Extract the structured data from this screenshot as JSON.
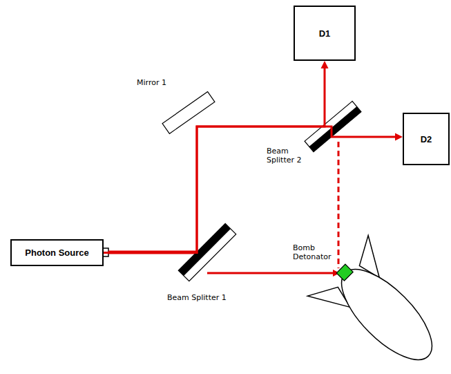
{
  "diagram": {
    "nodes": [
      {
        "text": [
          "Photon Source"
        ]
      },
      {
        "text": [
          "D1"
        ]
      },
      {
        "text": [
          "D2"
        ]
      }
    ],
    "edges": [
      {
        "from": 0,
        "to": 1,
        "arrow": "to"
      },
      {
        "from": 0,
        "to": 2,
        "arrow": "to"
      }
    ],
    "labels": [
      "Mirror 1",
      "Beam Splitter 2",
      "Beam Splitter 1",
      "Bomb Detonator"
    ]
  }
}
